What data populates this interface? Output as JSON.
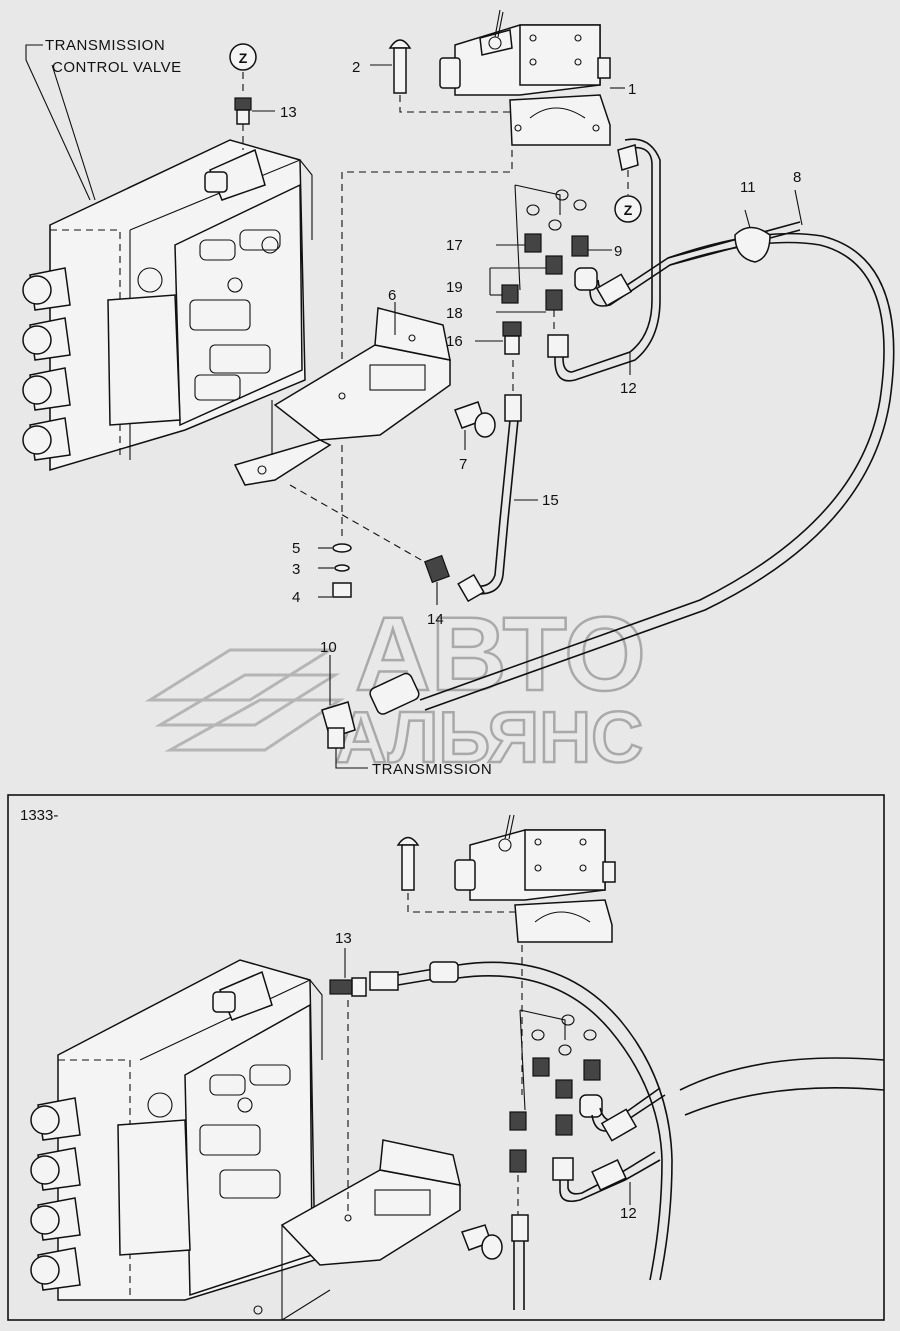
{
  "labels": {
    "valve_caption_line1": "TRANSMISSION",
    "valve_caption_line2": "CONTROL VALVE",
    "transmission_caption": "TRANSMISSION",
    "z_marker": "Z",
    "inset_serial": "1333-"
  },
  "callouts": {
    "c1": "1",
    "c2": "2",
    "c3": "3",
    "c4": "4",
    "c5": "5",
    "c6": "6",
    "c7": "7",
    "c8": "8",
    "c9": "9",
    "c10": "10",
    "c11": "11",
    "c12": "12",
    "c13": "13",
    "c14": "14",
    "c15": "15",
    "c16": "16",
    "c17": "17",
    "c18": "18",
    "c19": "19",
    "inset_c13": "13",
    "inset_c12": "12"
  },
  "watermark": {
    "line1": "АВТО",
    "line2": "АЛЬЯНС"
  }
}
